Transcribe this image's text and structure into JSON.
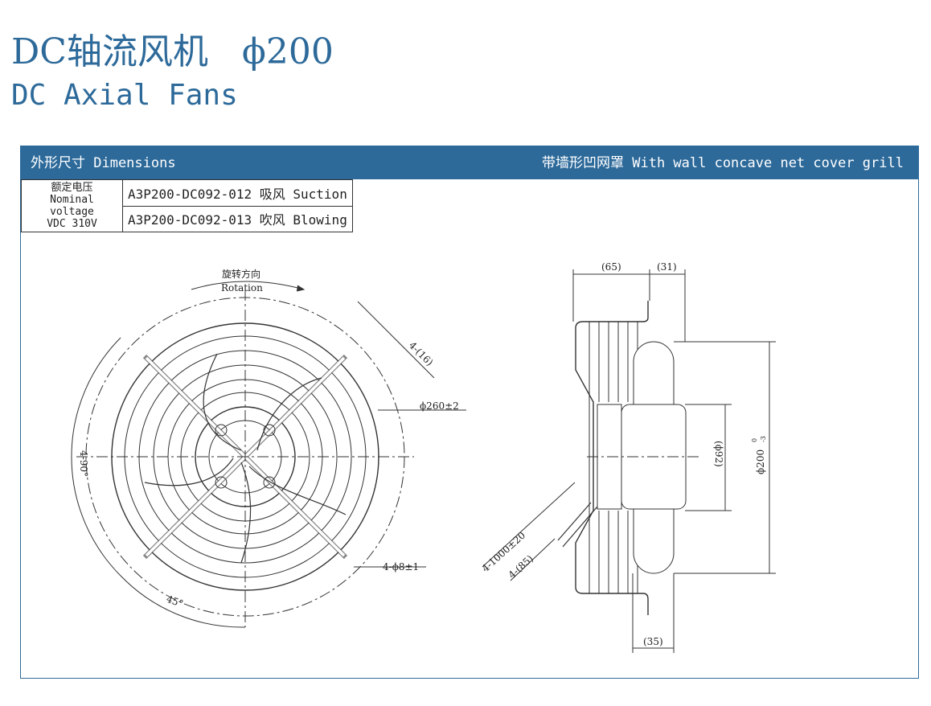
{
  "title_cn": "DC轴流风机",
  "title_size": "ϕ200",
  "title_en": "DC Axial Fans",
  "header": {
    "left": "外形尺寸 Dimensions",
    "right": "带墙形凹网罩 With wall concave net cover grill"
  },
  "spec": {
    "voltage_cn": "额定电压",
    "voltage_en": "Nominal voltage",
    "voltage_value": "VDC 310V",
    "models": [
      {
        "label": "A3P200-DC092-012 吸风 Suction"
      },
      {
        "label": "A3P200-DC092-013 吹风 Blowing"
      }
    ]
  },
  "front_view": {
    "rotation_cn": "旋转方向",
    "rotation_en": "Rotation",
    "dim_slot": "4-(16)",
    "dim_outer": "ϕ260±2",
    "dim_angle90": "4-90°",
    "dim_hole": "4-ϕ8±1",
    "dim_angle45": "45°"
  },
  "side_view": {
    "dim_65": "(65)",
    "dim_31": "(31)",
    "dim_92": "(ϕ92)",
    "dim_200": "ϕ200",
    "dim_200_tol_upper": "0",
    "dim_200_tol_lower": "-3",
    "dim_cable": "4-1000±20",
    "dim_strip": "4-(85)",
    "dim_35": "(35)"
  }
}
